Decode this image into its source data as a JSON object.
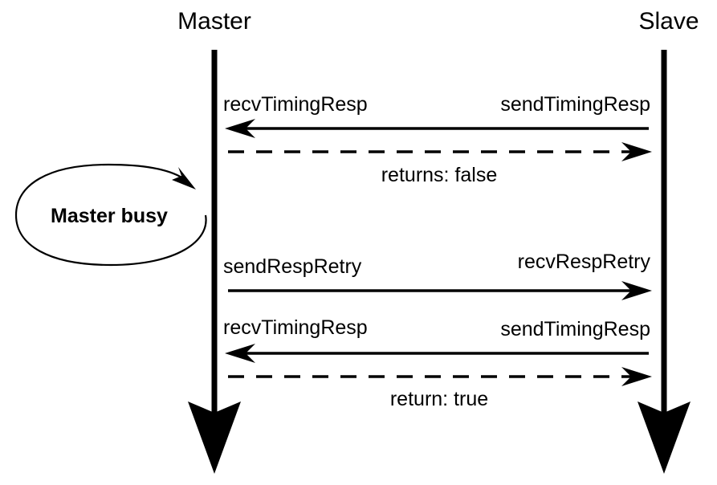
{
  "lifelines": {
    "master": "Master",
    "slave": "Slave"
  },
  "messages": {
    "m1_left": "recvTimingResp",
    "m1_right": "sendTimingResp",
    "m1_return": "returns: false",
    "m2_left": "sendRespRetry",
    "m2_right": "recvRespRetry",
    "m3_left": "recvTimingResp",
    "m3_right": "sendTimingResp",
    "m3_return": "return: true"
  },
  "state": {
    "busy_label": "Master busy"
  }
}
